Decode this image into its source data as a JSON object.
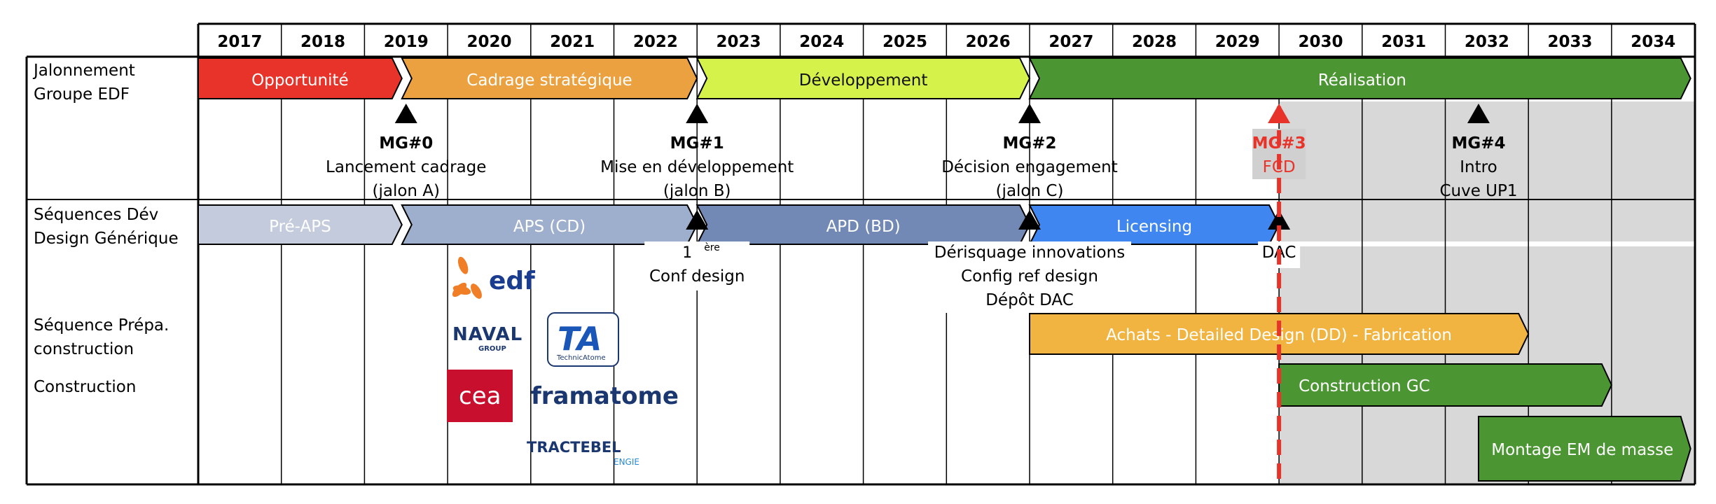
{
  "years": [
    "2017",
    "2018",
    "2019",
    "2020",
    "2021",
    "2022",
    "2023",
    "2024",
    "2025",
    "2026",
    "2027",
    "2028",
    "2029",
    "2030",
    "2031",
    "2032",
    "2033",
    "2034"
  ],
  "row_labels": {
    "jalonnement": [
      "Jalonnement",
      "Groupe EDF"
    ],
    "sequences_dev": [
      "Séquences Dév",
      "Design Générique"
    ],
    "sequence_prepa": [
      "Séquence Prépa.",
      "construction"
    ],
    "construction": [
      "Construction"
    ]
  },
  "phases": [
    {
      "label": "Opportunité",
      "start": 2017,
      "end": 2019.45,
      "color": "#e8332a",
      "text_color": "#ffffff"
    },
    {
      "label": "Cadrage stratégique",
      "start": 2019.45,
      "end": 2023,
      "color": "#eba13f",
      "text_color": "#ffffff"
    },
    {
      "label": "Développement",
      "start": 2023,
      "end": 2027,
      "color": "#d5f24a",
      "text_color": "#111111"
    },
    {
      "label": "Réalisation",
      "start": 2027,
      "end": 2035,
      "color": "#4b9632",
      "text_color": "#ffffff"
    }
  ],
  "milestones": [
    {
      "at": 2019.5,
      "lines": [
        "MG#0",
        "Lancement cadrage",
        "(jalon A)"
      ],
      "color": "#000000"
    },
    {
      "at": 2023.0,
      "lines": [
        "MG#1",
        "Mise en développement",
        "(jalon B)"
      ],
      "color": "#000000"
    },
    {
      "at": 2027.0,
      "lines": [
        "MG#2",
        "Décision engagement",
        "(jalon C)"
      ],
      "color": "#000000"
    },
    {
      "at": 2030.0,
      "lines": [
        "MG#3",
        "FCD"
      ],
      "color": "#e8332a"
    },
    {
      "at": 2032.4,
      "lines": [
        "MG#4",
        "Intro",
        "Cuve UP1"
      ],
      "color": "#000000"
    }
  ],
  "design_sequences": [
    {
      "label": "Pré-APS",
      "start": 2017,
      "end": 2019.45,
      "color": "#c3cbdd"
    },
    {
      "label": "APS (CD)",
      "start": 2019.45,
      "end": 2023,
      "color": "#9eaecd"
    },
    {
      "label": "APD (BD)",
      "start": 2023,
      "end": 2027,
      "color": "#7389b5"
    },
    {
      "label": "Licensing",
      "start": 2027,
      "end": 2030,
      "color": "#3f86f0"
    }
  ],
  "design_milestones": [
    {
      "at": 2023.0,
      "sup": "ère",
      "lines": [
        "1",
        "Conf design"
      ]
    },
    {
      "at": 2027.0,
      "lines": [
        "Dérisquage innovations",
        "Config ref design",
        "Dépôt DAC"
      ]
    },
    {
      "at": 2030.0,
      "lines": [
        "DAC"
      ]
    }
  ],
  "prep_bar": {
    "label": "Achats - Detailed Design (DD) - Fabrication",
    "start": 2027,
    "end": 2033,
    "color": "#f2b440"
  },
  "construction_bars": [
    {
      "label": "Construction GC",
      "start": 2030,
      "end": 2034,
      "color": "#4b9632"
    },
    {
      "label": "Montage EM de masse",
      "start": 2032.4,
      "end": 2035,
      "color": "#4b9632"
    }
  ],
  "logos": {
    "edf": "edf",
    "naval_1": "NAVAL",
    "naval_2": "GROUP",
    "ta_mark": "TA",
    "ta_name": "TechnicAtome",
    "cea": "cea",
    "framatome": "framatome",
    "tractebel": "TRACTEBEL",
    "engie": "ENGIE"
  },
  "colors": {
    "shaded": "#d8d8d8",
    "fcd_line": "#e8332a",
    "grid": "#000000"
  }
}
